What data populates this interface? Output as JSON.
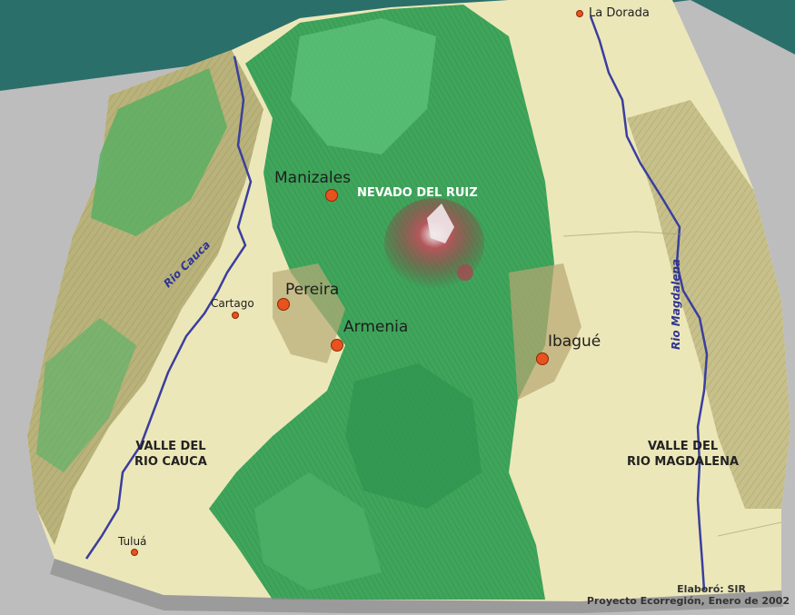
{
  "map": {
    "colors": {
      "sky": "#2b6f6b",
      "base": "#bdbdbd",
      "lowland": "#ece7b9",
      "hills": "#b9b27a",
      "forest": "#3fa55b",
      "peak": "#9b3a3e",
      "river": "#3a3f9e",
      "city_marker": "#e8521e"
    },
    "cities": {
      "la_dorada": "La Dorada",
      "manizales": "Manizales",
      "pereira": "Pereira",
      "cartago": "Cartago",
      "armenia": "Armenia",
      "ibague": "Ibagué",
      "tulua": "Tuluá"
    },
    "peak_label": "NEVADO DEL RUIZ",
    "rivers": {
      "cauca": "Rio Cauca",
      "magdalena": "Rio Magdalena"
    },
    "regions": {
      "cauca_valley_line1": "VALLE  DEL",
      "cauca_valley_line2": "RIO CAUCA",
      "magdalena_valley_line1": "VALLE  DEL",
      "magdalena_valley_line2": "RIO MAGDALENA"
    },
    "credits": {
      "line1": "Elaboró: SIR",
      "line2": "Proyecto Ecorregión, Enero de 2002"
    }
  }
}
